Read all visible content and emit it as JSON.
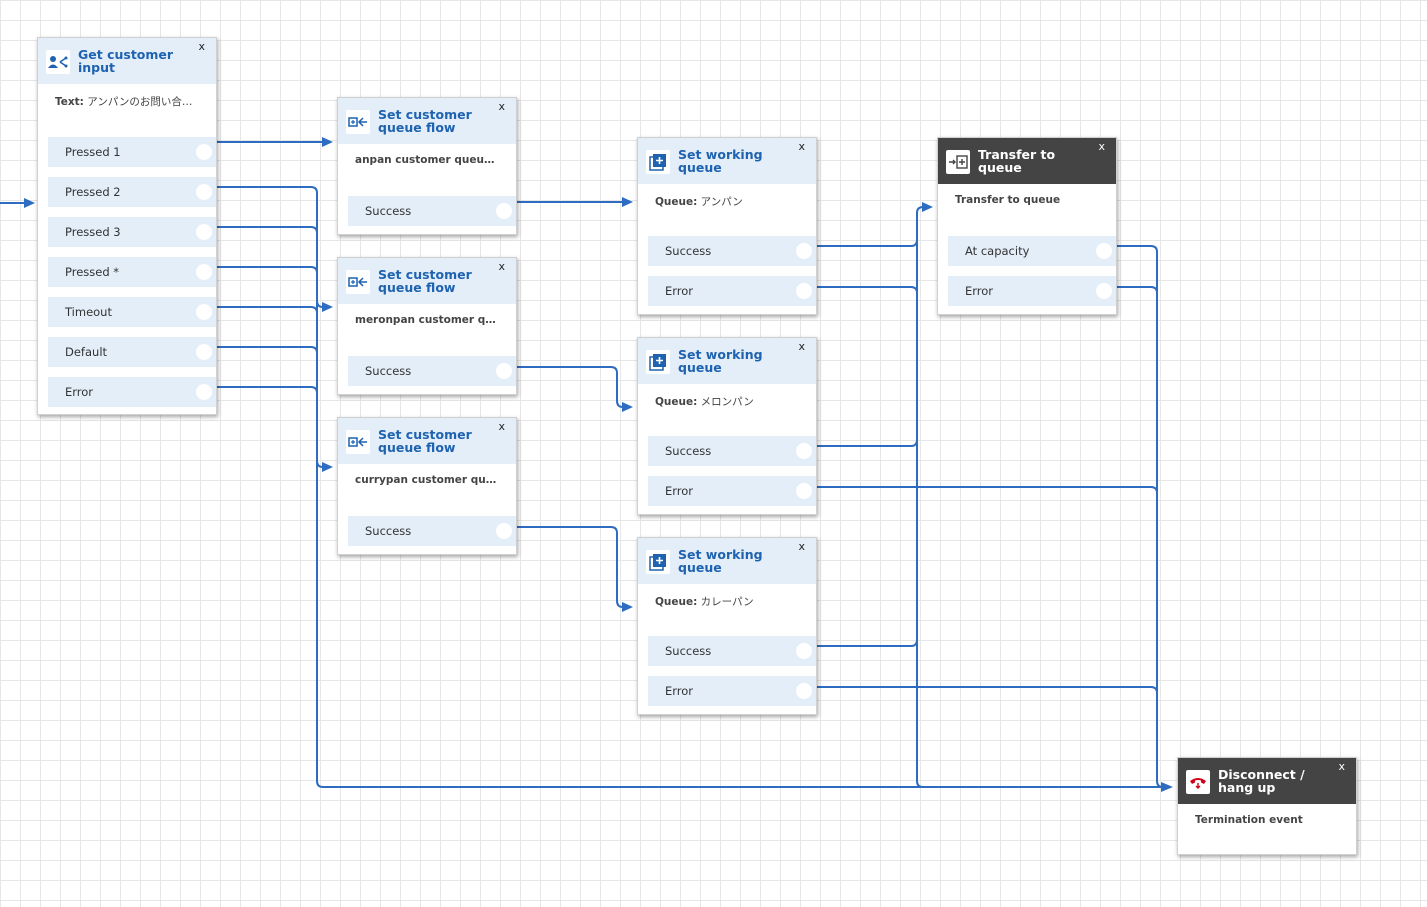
{
  "blocks": {
    "get_input": {
      "title": "Get customer input",
      "desc_label": "Text:",
      "desc_value": "アンパンのお問い合わ...",
      "close": "x",
      "rows": [
        "Pressed 1",
        "Pressed 2",
        "Pressed 3",
        "Pressed *",
        "Timeout",
        "Default",
        "Error"
      ]
    },
    "scq1": {
      "title": "Set customer queue flow",
      "desc": "anpan customer queue flow",
      "close": "x",
      "rows": [
        "Success"
      ]
    },
    "scq2": {
      "title": "Set customer queue flow",
      "desc": "meronpan customer queue...",
      "close": "x",
      "rows": [
        "Success"
      ]
    },
    "scq3": {
      "title": "Set customer queue flow",
      "desc": "currypan customer queue f...",
      "close": "x",
      "rows": [
        "Success"
      ]
    },
    "swq1": {
      "title": "Set working queue",
      "desc_label": "Queue:",
      "desc_value": "アンパン",
      "close": "x",
      "rows": [
        "Success",
        "Error"
      ]
    },
    "swq2": {
      "title": "Set working queue",
      "desc_label": "Queue:",
      "desc_value": "メロンパン",
      "close": "x",
      "rows": [
        "Success",
        "Error"
      ]
    },
    "swq3": {
      "title": "Set working queue",
      "desc_label": "Queue:",
      "desc_value": "カレーパン",
      "close": "x",
      "rows": [
        "Success",
        "Error"
      ]
    },
    "transfer": {
      "title": "Transfer to queue",
      "desc": "Transfer to queue",
      "close": "x",
      "rows": [
        "At capacity",
        "Error"
      ]
    },
    "disconnect": {
      "title": "Disconnect / hang up",
      "desc": "Termination event",
      "close": "x",
      "rows": []
    }
  },
  "icons": {
    "get_input": "user-input-icon",
    "scq": "queue-flow-icon",
    "swq": "add-queue-icon",
    "transfer": "transfer-icon",
    "disconnect": "hang-up-icon"
  },
  "colors": {
    "accent": "#1e62b0",
    "connector": "#2d6cc0",
    "header_light": "#e3eef9",
    "header_dark": "#444444",
    "hangup": "#d0021b"
  }
}
